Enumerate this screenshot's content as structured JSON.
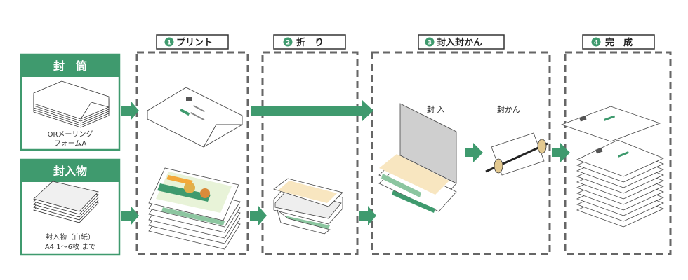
{
  "colors": {
    "green": "#3f9a6e",
    "dash": "#666666",
    "text": "#222222",
    "paper": "#ffffff",
    "sheet_gray": "#dddddd"
  },
  "inputs": {
    "envelope": {
      "title": "封　筒",
      "label_line1": "ORメーリング",
      "label_line2": "フォームA"
    },
    "enclosure": {
      "title": "封入物",
      "label_line1": "封入物（白紙）",
      "label_line2": "A4 1～6枚 まで"
    }
  },
  "steps": [
    {
      "num": "1",
      "title": "プリント"
    },
    {
      "num": "2",
      "title": "折　り"
    },
    {
      "num": "3",
      "title": "封入封かん",
      "sub_labels": [
        "封 入",
        "封かん"
      ]
    },
    {
      "num": "4",
      "title": "完　成"
    }
  ]
}
